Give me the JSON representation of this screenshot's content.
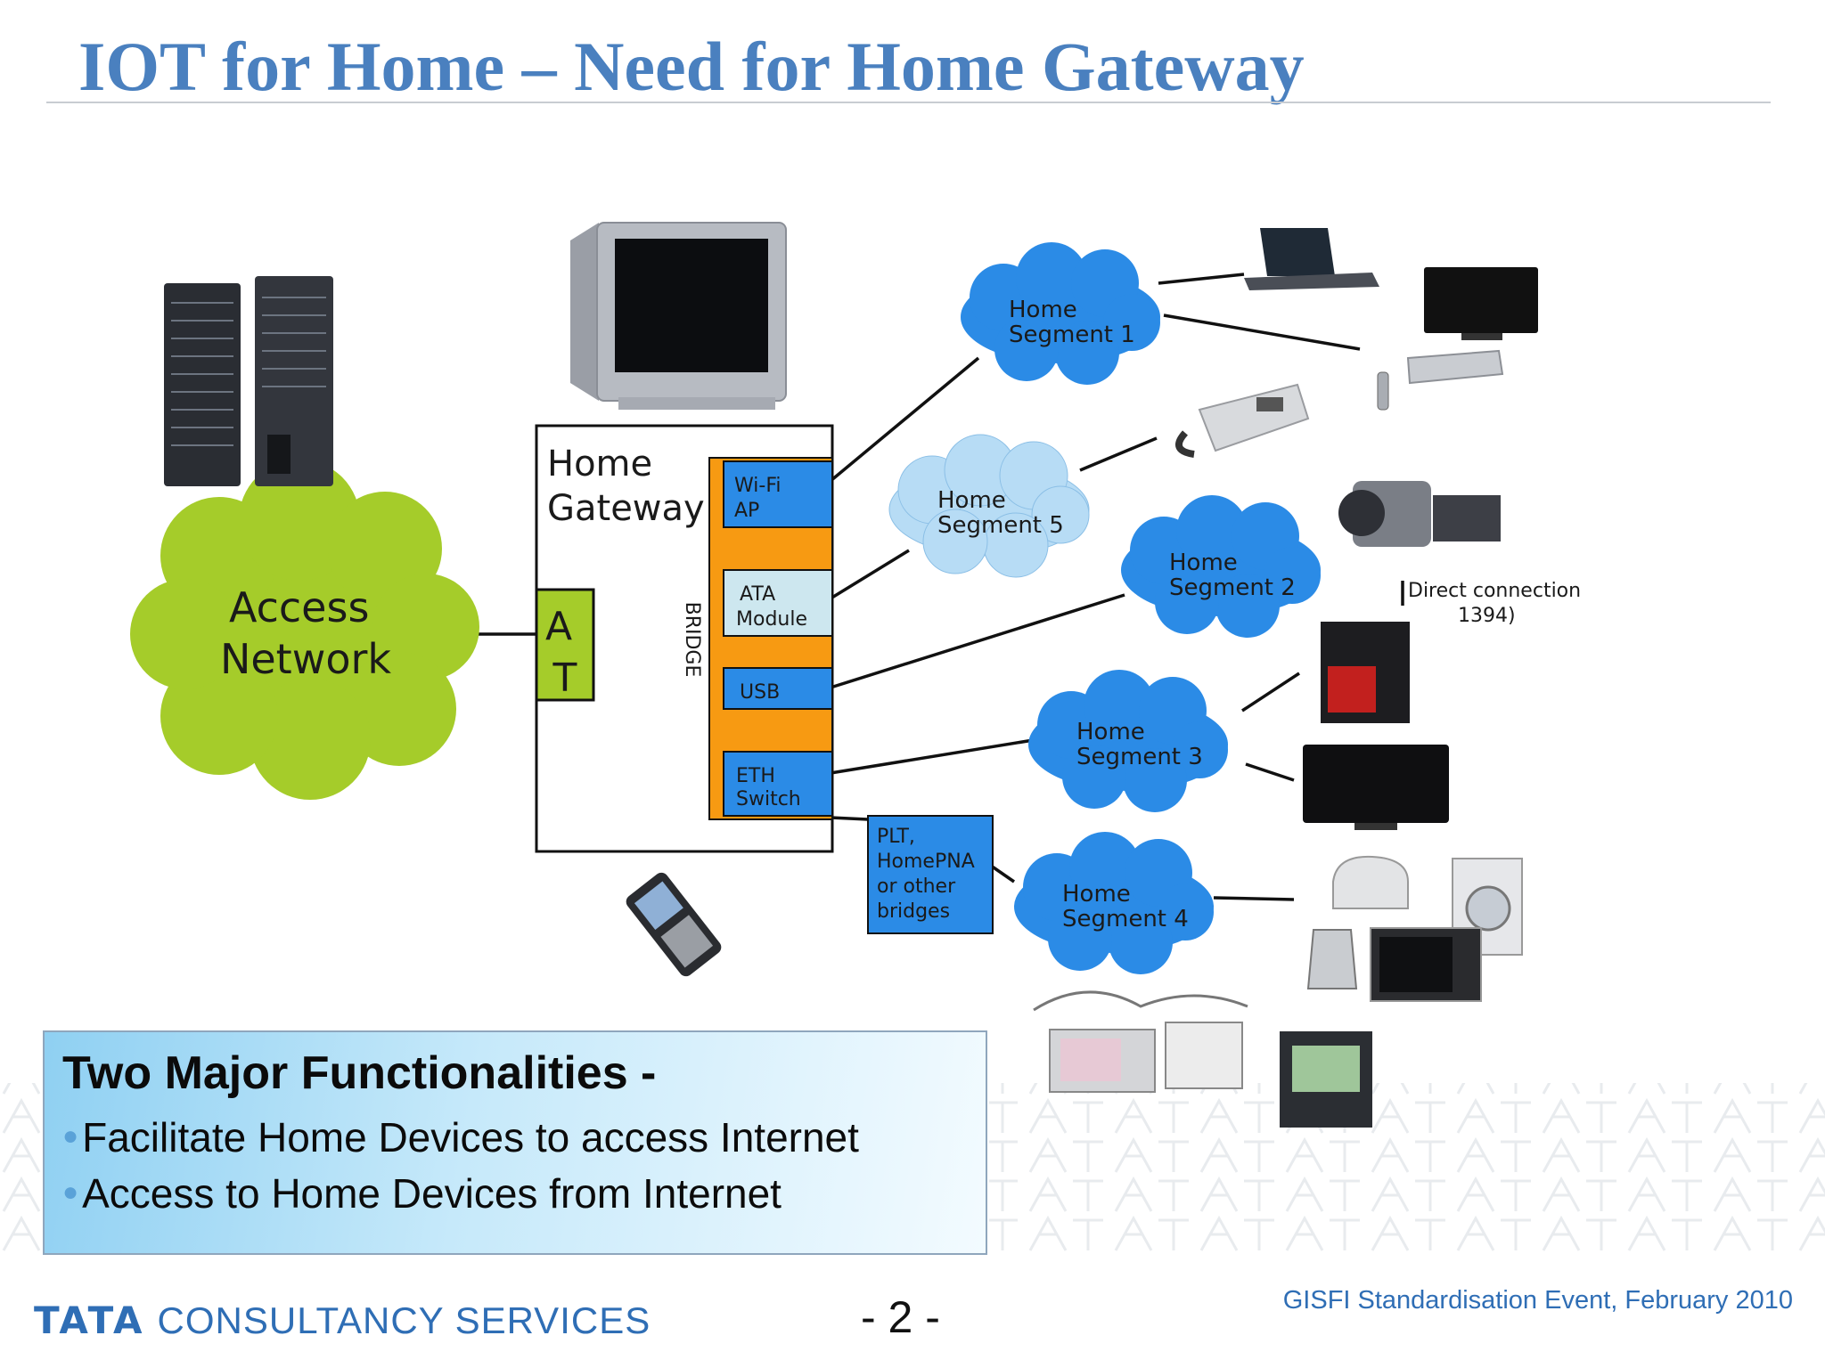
{
  "slide": {
    "title": "IOT for Home – Need for Home Gateway"
  },
  "diagram": {
    "access_network": "Access Network",
    "access_network_lines": [
      "Access",
      "Network"
    ],
    "home_gateway_lines": [
      "Home",
      "Gateway"
    ],
    "at_letters": [
      "A",
      "T"
    ],
    "bridge_label": "BRIDGE",
    "modules": {
      "wifi": [
        "Wi-Fi",
        "AP"
      ],
      "ata": [
        "ATA",
        "Module"
      ],
      "usb": [
        "USB"
      ],
      "eth": [
        "ETH",
        "Switch"
      ]
    },
    "plt_lines": [
      "PLT,",
      "HomePNA",
      "or other",
      "bridges"
    ],
    "segments": {
      "s1": [
        "Home",
        "Segment 1"
      ],
      "s2": [
        "Home",
        "Segment 2"
      ],
      "s3": [
        "Home",
        "Segment 3"
      ],
      "s4": [
        "Home",
        "Segment 4"
      ],
      "s5": [
        "Home",
        "Segment 5"
      ]
    },
    "direct_connection_lines": [
      "Direct connection",
      "1394)"
    ],
    "devices": [
      "server-icon",
      "tv-crt-icon",
      "mobile-phone-icon",
      "laptop-icon",
      "flat-tv-icon",
      "set-top-box-icon",
      "remote-icon",
      "desk-phone-icon",
      "camcorder-icon",
      "desktop-pc-icon",
      "lcd-tv-icon",
      "toaster-icon",
      "washing-machine-icon",
      "kettle-icon",
      "microwave-icon",
      "sensor-kit-icon",
      "power-meter-icon"
    ],
    "colors": {
      "access_cloud": "#a5cc2a",
      "segment_cloud": "#2b8be6",
      "segment5_cloud": "#b7dcf5",
      "module_blue": "#2b8be6",
      "ata_module": "#cde7ef",
      "bridge_orange": "#f79a12",
      "at_green": "#a5cc2a"
    }
  },
  "info_box": {
    "heading": "Two Major Functionalities -",
    "bullets": [
      "Facilitate Home Devices to access Internet",
      "Access to Home Devices from Internet"
    ]
  },
  "footer": {
    "logo_tata": "TATA",
    "logo_rest": "CONSULTANCY SERVICES",
    "page": "- 2 -",
    "event": "GISFI Standardisation Event, February 2010"
  }
}
